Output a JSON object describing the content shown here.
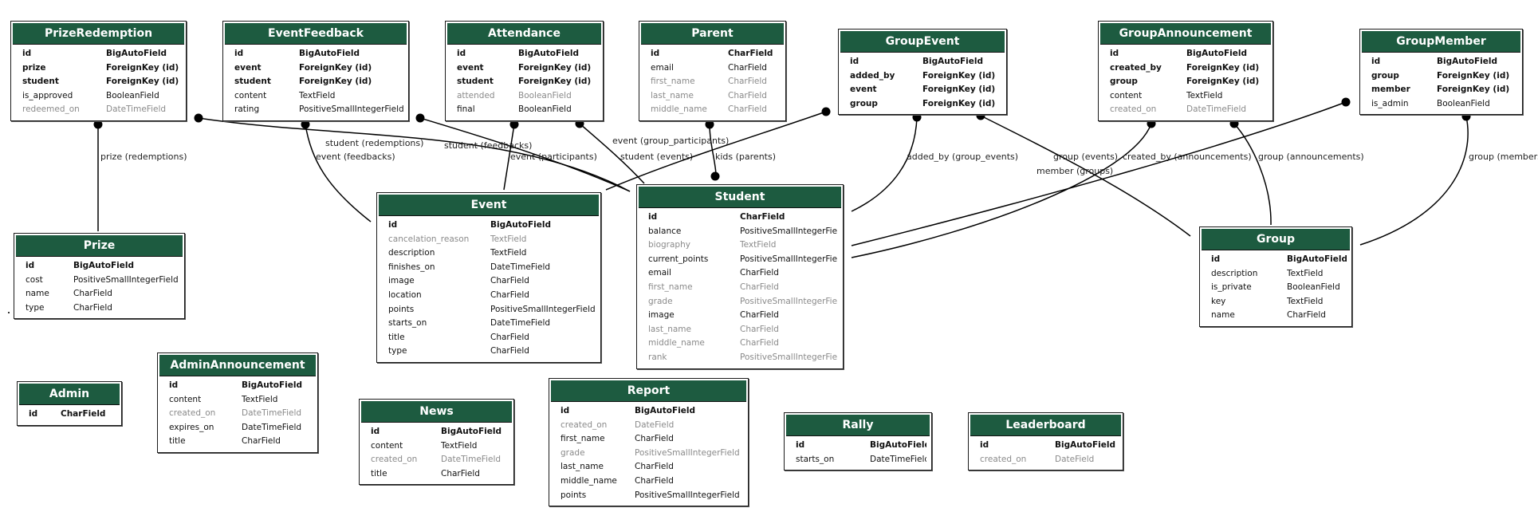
{
  "models": [
    {
      "id": "PrizeRedemption",
      "name": "PrizeRedemption",
      "fields": [
        {
          "name": "id",
          "type": "BigAutoField",
          "style": "bold"
        },
        {
          "name": "prize",
          "type": "ForeignKey (id)",
          "style": "bold"
        },
        {
          "name": "student",
          "type": "ForeignKey (id)",
          "style": "bold"
        },
        {
          "name": "is_approved",
          "type": "BooleanField",
          "style": "normal"
        },
        {
          "name": "redeemed_on",
          "type": "DateTimeField",
          "style": "muted"
        }
      ]
    },
    {
      "id": "EventFeedback",
      "name": "EventFeedback",
      "fields": [
        {
          "name": "id",
          "type": "BigAutoField",
          "style": "bold"
        },
        {
          "name": "event",
          "type": "ForeignKey (id)",
          "style": "bold"
        },
        {
          "name": "student",
          "type": "ForeignKey (id)",
          "style": "bold"
        },
        {
          "name": "content",
          "type": "TextField",
          "style": "normal"
        },
        {
          "name": "rating",
          "type": "PositiveSmallIntegerField",
          "style": "normal"
        }
      ]
    },
    {
      "id": "Attendance",
      "name": "Attendance",
      "fields": [
        {
          "name": "id",
          "type": "BigAutoField",
          "style": "bold"
        },
        {
          "name": "event",
          "type": "ForeignKey (id)",
          "style": "bold"
        },
        {
          "name": "student",
          "type": "ForeignKey (id)",
          "style": "bold"
        },
        {
          "name": "attended",
          "type": "BooleanField",
          "style": "muted"
        },
        {
          "name": "final",
          "type": "BooleanField",
          "style": "normal"
        }
      ]
    },
    {
      "id": "Parent",
      "name": "Parent",
      "fields": [
        {
          "name": "id",
          "type": "CharField",
          "style": "bold"
        },
        {
          "name": "email",
          "type": "CharField",
          "style": "normal"
        },
        {
          "name": "first_name",
          "type": "CharField",
          "style": "muted"
        },
        {
          "name": "last_name",
          "type": "CharField",
          "style": "muted"
        },
        {
          "name": "middle_name",
          "type": "CharField",
          "style": "muted"
        }
      ]
    },
    {
      "id": "GroupEvent",
      "name": "GroupEvent",
      "fields": [
        {
          "name": "id",
          "type": "BigAutoField",
          "style": "bold"
        },
        {
          "name": "added_by",
          "type": "ForeignKey (id)",
          "style": "bold"
        },
        {
          "name": "event",
          "type": "ForeignKey (id)",
          "style": "bold"
        },
        {
          "name": "group",
          "type": "ForeignKey (id)",
          "style": "bold"
        }
      ]
    },
    {
      "id": "GroupAnnouncement",
      "name": "GroupAnnouncement",
      "fields": [
        {
          "name": "id",
          "type": "BigAutoField",
          "style": "bold"
        },
        {
          "name": "created_by",
          "type": "ForeignKey (id)",
          "style": "bold"
        },
        {
          "name": "group",
          "type": "ForeignKey (id)",
          "style": "bold"
        },
        {
          "name": "content",
          "type": "TextField",
          "style": "normal"
        },
        {
          "name": "created_on",
          "type": "DateTimeField",
          "style": "muted"
        }
      ]
    },
    {
      "id": "GroupMember",
      "name": "GroupMember",
      "fields": [
        {
          "name": "id",
          "type": "BigAutoField",
          "style": "bold"
        },
        {
          "name": "group",
          "type": "ForeignKey (id)",
          "style": "bold"
        },
        {
          "name": "member",
          "type": "ForeignKey (id)",
          "style": "bold"
        },
        {
          "name": "is_admin",
          "type": "BooleanField",
          "style": "normal"
        }
      ]
    },
    {
      "id": "Prize",
      "name": "Prize",
      "fields": [
        {
          "name": "id",
          "type": "BigAutoField",
          "style": "bold"
        },
        {
          "name": "cost",
          "type": "PositiveSmallIntegerField",
          "style": "normal"
        },
        {
          "name": "name",
          "type": "CharField",
          "style": "normal"
        },
        {
          "name": "type",
          "type": "CharField",
          "style": "normal"
        }
      ]
    },
    {
      "id": "Event",
      "name": "Event",
      "fields": [
        {
          "name": "id",
          "type": "BigAutoField",
          "style": "bold"
        },
        {
          "name": "cancelation_reason",
          "type": "TextField",
          "style": "muted"
        },
        {
          "name": "description",
          "type": "TextField",
          "style": "normal"
        },
        {
          "name": "finishes_on",
          "type": "DateTimeField",
          "style": "normal"
        },
        {
          "name": "image",
          "type": "CharField",
          "style": "normal"
        },
        {
          "name": "location",
          "type": "CharField",
          "style": "normal"
        },
        {
          "name": "points",
          "type": "PositiveSmallIntegerField",
          "style": "normal"
        },
        {
          "name": "starts_on",
          "type": "DateTimeField",
          "style": "normal"
        },
        {
          "name": "title",
          "type": "CharField",
          "style": "normal"
        },
        {
          "name": "type",
          "type": "CharField",
          "style": "normal"
        }
      ]
    },
    {
      "id": "Student",
      "name": "Student",
      "fields": [
        {
          "name": "id",
          "type": "CharField",
          "style": "bold"
        },
        {
          "name": "balance",
          "type": "PositiveSmallIntegerField",
          "style": "normal"
        },
        {
          "name": "biography",
          "type": "TextField",
          "style": "muted"
        },
        {
          "name": "current_points",
          "type": "PositiveSmallIntegerField",
          "style": "normal"
        },
        {
          "name": "email",
          "type": "CharField",
          "style": "normal"
        },
        {
          "name": "first_name",
          "type": "CharField",
          "style": "muted"
        },
        {
          "name": "grade",
          "type": "PositiveSmallIntegerField",
          "style": "muted"
        },
        {
          "name": "image",
          "type": "CharField",
          "style": "normal"
        },
        {
          "name": "last_name",
          "type": "CharField",
          "style": "muted"
        },
        {
          "name": "middle_name",
          "type": "CharField",
          "style": "muted"
        },
        {
          "name": "rank",
          "type": "PositiveSmallIntegerField",
          "style": "muted"
        }
      ]
    },
    {
      "id": "Group",
      "name": "Group",
      "fields": [
        {
          "name": "id",
          "type": "BigAutoField",
          "style": "bold"
        },
        {
          "name": "description",
          "type": "TextField",
          "style": "normal"
        },
        {
          "name": "is_private",
          "type": "BooleanField",
          "style": "normal"
        },
        {
          "name": "key",
          "type": "TextField",
          "style": "normal"
        },
        {
          "name": "name",
          "type": "CharField",
          "style": "normal"
        }
      ]
    },
    {
      "id": "Admin",
      "name": "Admin",
      "fields": [
        {
          "name": "id",
          "type": "CharField",
          "style": "bold"
        }
      ]
    },
    {
      "id": "AdminAnnouncement",
      "name": "AdminAnnouncement",
      "fields": [
        {
          "name": "id",
          "type": "BigAutoField",
          "style": "bold"
        },
        {
          "name": "content",
          "type": "TextField",
          "style": "normal"
        },
        {
          "name": "created_on",
          "type": "DateTimeField",
          "style": "muted"
        },
        {
          "name": "expires_on",
          "type": "DateTimeField",
          "style": "normal"
        },
        {
          "name": "title",
          "type": "CharField",
          "style": "normal"
        }
      ]
    },
    {
      "id": "News",
      "name": "News",
      "fields": [
        {
          "name": "id",
          "type": "BigAutoField",
          "style": "bold"
        },
        {
          "name": "content",
          "type": "TextField",
          "style": "normal"
        },
        {
          "name": "created_on",
          "type": "DateTimeField",
          "style": "muted"
        },
        {
          "name": "title",
          "type": "CharField",
          "style": "normal"
        }
      ]
    },
    {
      "id": "Report",
      "name": "Report",
      "fields": [
        {
          "name": "id",
          "type": "BigAutoField",
          "style": "bold"
        },
        {
          "name": "created_on",
          "type": "DateField",
          "style": "muted"
        },
        {
          "name": "first_name",
          "type": "CharField",
          "style": "normal"
        },
        {
          "name": "grade",
          "type": "PositiveSmallIntegerField",
          "style": "muted"
        },
        {
          "name": "last_name",
          "type": "CharField",
          "style": "normal"
        },
        {
          "name": "middle_name",
          "type": "CharField",
          "style": "normal"
        },
        {
          "name": "points",
          "type": "PositiveSmallIntegerField",
          "style": "normal"
        }
      ]
    },
    {
      "id": "Rally",
      "name": "Rally",
      "fields": [
        {
          "name": "id",
          "type": "BigAutoField",
          "style": "bold"
        },
        {
          "name": "starts_on",
          "type": "DateTimeField",
          "style": "normal"
        }
      ]
    },
    {
      "id": "Leaderboard",
      "name": "Leaderboard",
      "fields": [
        {
          "name": "id",
          "type": "BigAutoField",
          "style": "bold"
        },
        {
          "name": "created_on",
          "type": "DateField",
          "style": "muted"
        }
      ]
    }
  ],
  "relations": [
    {
      "id": "r1",
      "label": "prize (redemptions)"
    },
    {
      "id": "r2",
      "label": "student (redemptions)"
    },
    {
      "id": "r3",
      "label": "event (feedbacks)"
    },
    {
      "id": "r4",
      "label": "student (feedbacks)"
    },
    {
      "id": "r5",
      "label": "event (participants)"
    },
    {
      "id": "r6",
      "label": "student (events)"
    },
    {
      "id": "r7",
      "label": "kids (parents)"
    },
    {
      "id": "r8",
      "label": "event (group_participants)"
    },
    {
      "id": "r9",
      "label": "added_by (group_events)"
    },
    {
      "id": "r10",
      "label": "group (events)"
    },
    {
      "id": "r11",
      "label": "created_by (announcements)"
    },
    {
      "id": "r12",
      "label": "group (announcements)"
    },
    {
      "id": "r13",
      "label": "member (groups)"
    },
    {
      "id": "r14",
      "label": "group (members)"
    }
  ],
  "colors": {
    "header_bg": "#1d5b40",
    "header_text": "#ffffff",
    "muted_text": "#8a8a8a",
    "line": "#000000"
  }
}
